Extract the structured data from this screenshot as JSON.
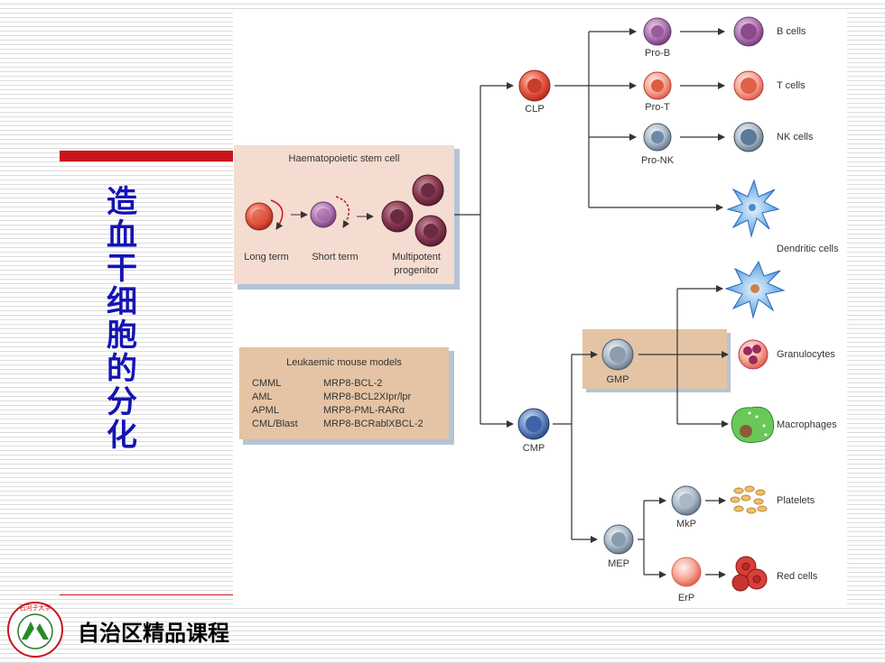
{
  "slide": {
    "title_chars": [
      "造",
      "血",
      "干",
      "细",
      "胞",
      "的",
      "分",
      "化"
    ],
    "course_name": "自治区精品课程",
    "logo_text": "石河子大学"
  },
  "diagram": {
    "hsc_box_title": "Haematopoietic stem cell",
    "hsc": {
      "long_term": "Long term",
      "short_term": "Short term",
      "multipotent_1": "Multipotent",
      "multipotent_2": "progenitor"
    },
    "leukaemia": {
      "title": "Leukaemic mouse models",
      "rows": [
        {
          "type": "CMML",
          "model": "MRP8-BCL-2"
        },
        {
          "type": "AML",
          "model": "MRP8-BCL2XIpr/lpr"
        },
        {
          "type": "APML",
          "model": "MRP8-PML-RARα"
        },
        {
          "type": "CML/Blast",
          "model": "MRP8-BCRablXBCL-2"
        }
      ]
    },
    "progenitors": {
      "clp": "CLP",
      "cmp": "CMP",
      "gmp": "GMP",
      "mep": "MEP",
      "pro_b": "Pro-B",
      "pro_t": "Pro-T",
      "pro_nk": "Pro-NK",
      "mkp": "MkP",
      "erp": "ErP"
    },
    "mature": {
      "b_cells": "B cells",
      "t_cells": "T cells",
      "nk_cells": "NK cells",
      "dendritic_cells": "Dendritic cells",
      "granulocytes": "Granulocytes",
      "macrophages": "Macrophages",
      "platelets": "Platelets",
      "red_cells": "Red cells"
    }
  }
}
